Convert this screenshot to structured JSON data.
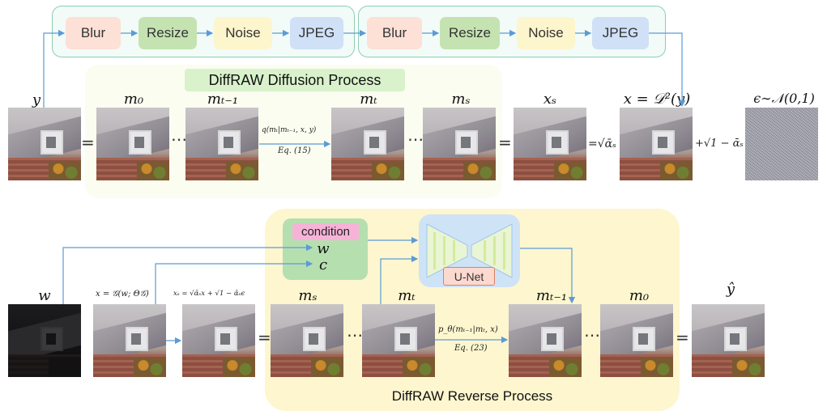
{
  "degradation": {
    "ops_group_1": [
      "Blur",
      "Resize",
      "Noise",
      "JPEG"
    ],
    "ops_group_2": [
      "Blur",
      "Resize",
      "Noise",
      "JPEG"
    ]
  },
  "forward": {
    "title": "DiffRAW Diffusion Process",
    "labels": {
      "y": "y",
      "m0": "m₀",
      "mt1": "mₜ₋₁",
      "mt": "mₜ",
      "ms": "mₛ",
      "xs": "xₛ",
      "x": "x = 𝒟²(y)",
      "eps": "ϵ∼𝒩(0,1)"
    },
    "transition": "q(mₜ|mₜ₋₁, x, y)",
    "eq": "Eq. (15)",
    "sqrt_alpha": "=√ᾱₛ",
    "sqrt_one_minus": "+√1 − ᾱₛ",
    "eq_sign": "=",
    "dots": "⋯"
  },
  "reverse": {
    "title": "DiffRAW Reverse Process",
    "condition": "condition",
    "cond_w": "w",
    "cond_c": "c",
    "unet": "U-Net",
    "labels": {
      "w": "w",
      "x_g": "x = 𝒢(w; Θ𝒢)",
      "xs_formula": "xₛ = √ᾱₛx + √1 − ᾱₛϵ",
      "ms": "mₛ",
      "mt": "mₜ",
      "mt1": "mₜ₋₁",
      "m0": "m₀",
      "yhat": "ŷ"
    },
    "transition": "p_θ(mₜ₋₁|mₜ, x)",
    "eq": "Eq. (23)",
    "eq_sign": "=",
    "dots": "⋯"
  },
  "colors": {
    "arrow": "#5b9bd5",
    "blur": "#fde0d6",
    "resize": "#c5e3b1",
    "noise": "#fdf5cc",
    "jpeg": "#cfe0f7"
  }
}
